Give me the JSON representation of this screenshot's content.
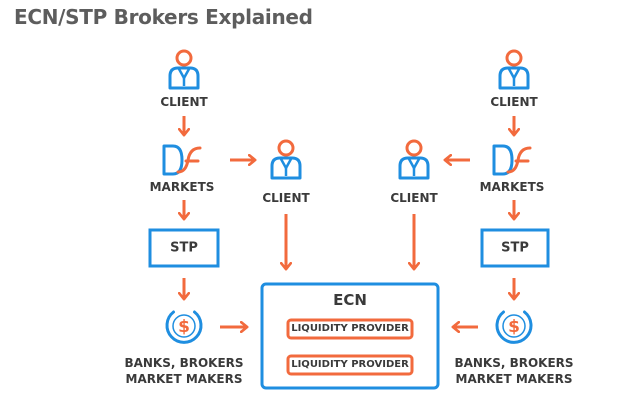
{
  "title": "ECN/STP Brokers Explained",
  "labels": {
    "client": "CLIENT",
    "markets": "MARKETS",
    "stp": "STP",
    "banks_line1": "BANKS, BROKERS",
    "banks_line2": "MARKET MAKERS",
    "ecn": "ECN",
    "lp1": "LIQUIDITY PROVIDER",
    "lp2": "LIQUIDITY PROVIDER"
  },
  "icons": {
    "client": "person-icon",
    "markets": "markets-df-icon",
    "banks": "dollar-coin-icon"
  },
  "colors": {
    "blue": "#1f8ee0",
    "orange": "#f26a3d",
    "text": "#3a3a3a",
    "title": "#5d5d5d"
  }
}
